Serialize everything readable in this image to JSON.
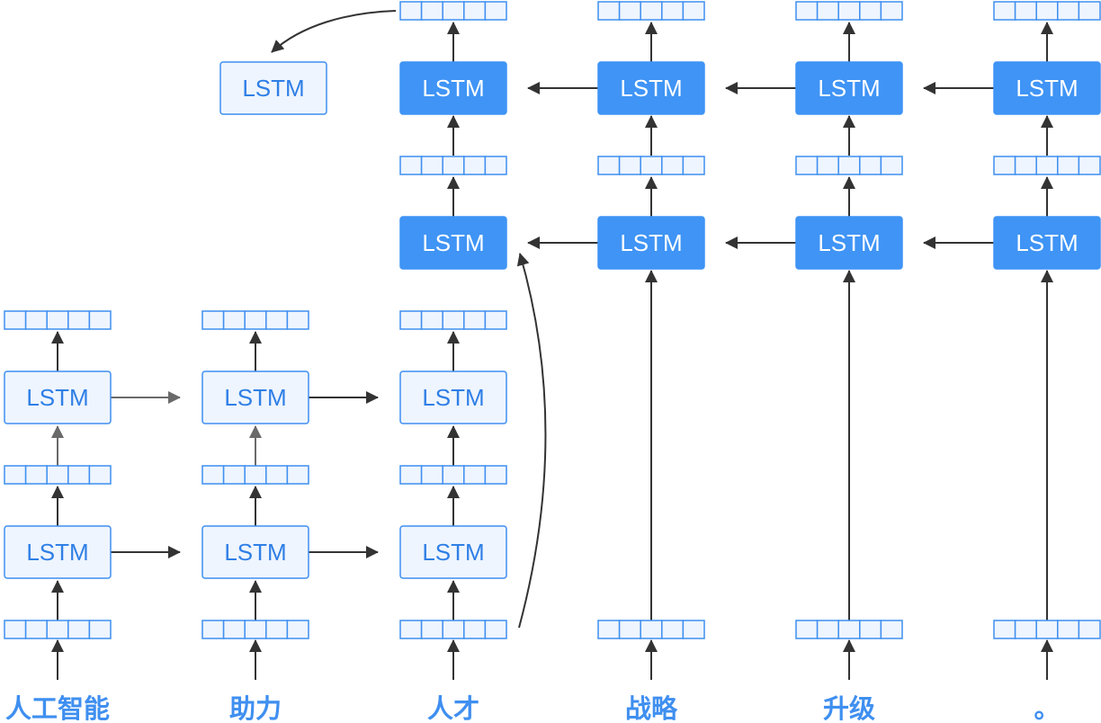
{
  "lstm_label": "LSTM",
  "words": [
    "人工智能",
    "助力",
    "人才",
    "战略",
    "升级",
    "。"
  ],
  "colors": {
    "lstm_fill_light": "#eef5fe",
    "lstm_fill_solid": "#3f94f5",
    "border_blue": "#3f8ff0",
    "arrow": "#333333",
    "arrow_gray": "#6a6a6a",
    "word_text": "#3f8ff0"
  }
}
